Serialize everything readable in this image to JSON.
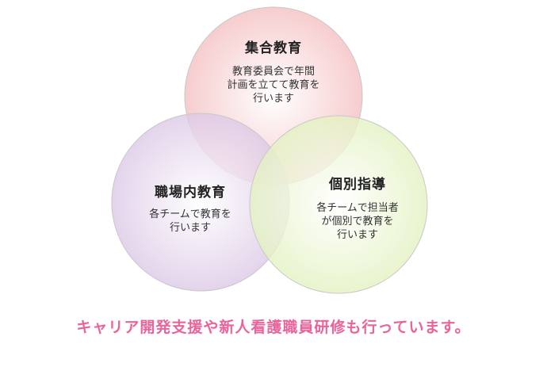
{
  "diagram": {
    "circles": [
      {
        "id": "group",
        "title": "集合教育",
        "lines": [
          "教育委員会で年間",
          "計画を立てて教育を",
          "行います"
        ],
        "fill": "#f7cccc"
      },
      {
        "id": "ojt",
        "title": "職場内教育",
        "lines": [
          "各チームで教育を",
          "行います"
        ],
        "fill": "#e3d6ec"
      },
      {
        "id": "individual",
        "title": "個別指導",
        "lines": [
          "各チームで担当者",
          "が個別で教育を",
          "行います"
        ],
        "fill": "#eaf5cf"
      }
    ]
  },
  "footer": {
    "text": "キャリア開発支援や新人看護職員研修も行っています。"
  },
  "colors": {
    "footer_text": "#e8649a",
    "circle_stroke": "#c8c8c8"
  }
}
